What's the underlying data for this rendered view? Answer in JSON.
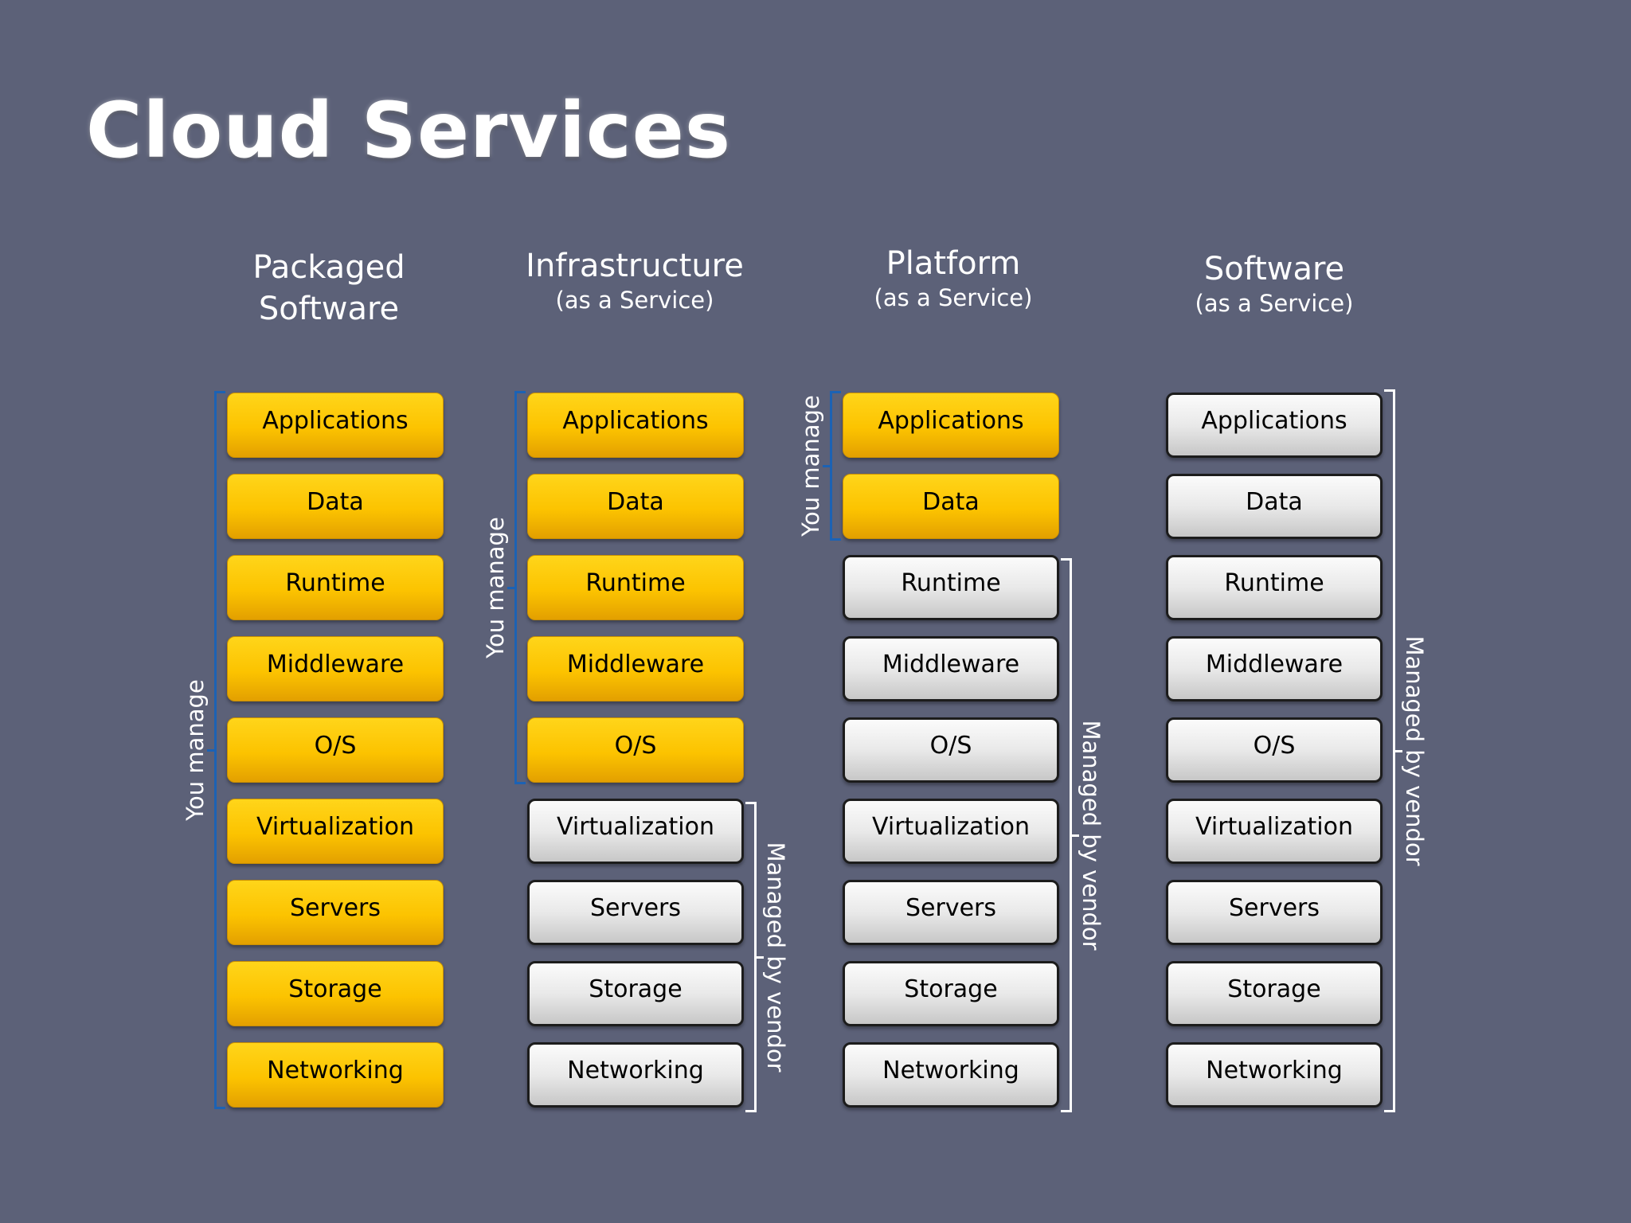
{
  "title": "Cloud Services",
  "columns": [
    {
      "heading": "Packaged Software",
      "subheading": "",
      "managed_by_you_label": "You manage",
      "managed_by_vendor_label": ""
    },
    {
      "heading": "Infrastructure",
      "subheading": "(as a Service)",
      "managed_by_you_label": "You manage",
      "managed_by_vendor_label": "Managed by vendor"
    },
    {
      "heading": "Platform",
      "subheading": "(as a Service)",
      "managed_by_you_label": "You manage",
      "managed_by_vendor_label": "Managed by vendor"
    },
    {
      "heading": "Software",
      "subheading": "(as a Service)",
      "managed_by_you_label": "",
      "managed_by_vendor_label": "Managed by vendor"
    }
  ],
  "layers": [
    "Applications",
    "Data",
    "Runtime",
    "Middleware",
    "O/S",
    "Virtualization",
    "Servers",
    "Storage",
    "Networking"
  ],
  "you_manage_counts": [
    9,
    5,
    2,
    0
  ],
  "colors": {
    "background": "#5c6178",
    "you_manage_box": "#fcc300",
    "vendor_box": "#e0e0e0",
    "you_bracket": "#1c62b4",
    "vendor_bracket": "#ffffff"
  }
}
